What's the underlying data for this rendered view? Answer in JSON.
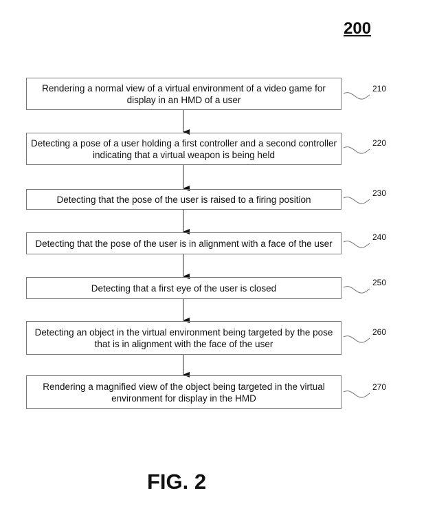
{
  "figure_number": "200",
  "figure_label": "FIG. 2",
  "steps": [
    {
      "ref": "210",
      "text": "Rendering a normal view of a virtual environment of a video game for display in an HMD of a user"
    },
    {
      "ref": "220",
      "text": "Detecting a pose of a user holding a first controller and a second controller indicating that a virtual weapon is being held"
    },
    {
      "ref": "230",
      "text": "Detecting that the pose of the user is raised to a firing position"
    },
    {
      "ref": "240",
      "text": "Detecting that the pose of the user is in alignment with a face of the user"
    },
    {
      "ref": "250",
      "text": "Detecting that a first eye of the user is closed"
    },
    {
      "ref": "260",
      "text": "Detecting an object in the virtual environment being targeted by the pose that is in alignment with the face of the user"
    },
    {
      "ref": "270",
      "text": "Rendering a magnified view of the object being targeted in the virtual environment for display in the HMD"
    }
  ]
}
